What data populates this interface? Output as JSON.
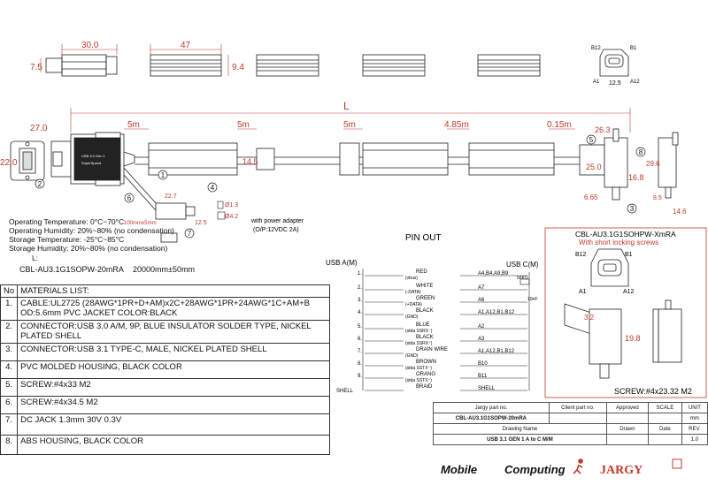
{
  "top_dims": {
    "d30": "30.0",
    "d47": "47",
    "d75": "7.5",
    "d94": "9.4"
  },
  "conn_end": {
    "b12": "B12",
    "b1": "B1",
    "a1": "A1",
    "a12": "A12",
    "w": "12.5"
  },
  "main_dims": {
    "L": "L",
    "len1": "5m",
    "len2": "5m",
    "len3": "5m",
    "len4": "4.85m",
    "len5": "0.15m",
    "d27": "27.0",
    "d22": "22.0",
    "d263": "26.3",
    "d25": "25.0",
    "d168": "16.8",
    "d665": "6.65",
    "d296": "29.6",
    "d85": "8.5",
    "d146": "14.6",
    "d145": "14.5",
    "d227": "22.7",
    "d125": "12.5",
    "d13": "Ø1.3",
    "d42": "Ø4.2",
    "dc_cable": "100mm±5mm",
    "power": "with power adapter",
    "power_out": "(O/P:12VDC 2A)",
    "usb_label": "USB 3.0 Gen 1",
    "usb_label2": "SuperSpeed"
  },
  "balloons": [
    "1",
    "2",
    "3",
    "4",
    "5",
    "6",
    "7",
    "8"
  ],
  "specs": [
    "Operating Temperature: 0°C~70°C",
    "Operating Humidity: 20%~80% (no condensation)",
    "Storage Temperature: -25°C~85°C",
    "Storage  Humidity: 20%~80% (no condensation)"
  ],
  "length_label": "L:",
  "part_row": {
    "part": "CBL-AU3.1G1SOPW-20mRA",
    "length": "20000mm±50mm"
  },
  "pinout": {
    "title": "PIN OUT",
    "left": "USB A(M)",
    "right": "USB C(M)",
    "shell": "SHELL",
    "shell_r": "SHELL",
    "cap": "10nF",
    "res": "56KΩ",
    "rows": [
      {
        "pin": "1.",
        "wire": "RED",
        "sub": "(vbus)",
        "cpin": "A4,B4,A9,B9"
      },
      {
        "pin": "2.",
        "wire": "WHITE",
        "sub": "(-DATA)",
        "cpin": "A7"
      },
      {
        "pin": "3.",
        "wire": "GREEN",
        "sub": "(+DATA)",
        "cpin": "A6"
      },
      {
        "pin": "4.",
        "wire": "BLACK",
        "sub": "(GND)",
        "cpin": "A1,A12,B1,B12"
      },
      {
        "pin": "5.",
        "wire": "BLUE",
        "sub": "(stda SSRX⁻)",
        "cpin": "A2"
      },
      {
        "pin": "6.",
        "wire": "BLACK",
        "sub": "(stda SSRX⁺)",
        "cpin": "A3"
      },
      {
        "pin": "7.",
        "wire": "DRAIN WIRE",
        "sub": "(GND)",
        "cpin": "A1,A12,B1,B12"
      },
      {
        "pin": "8.",
        "wire": "BROWN",
        "sub": "(stda SSTX⁻)",
        "cpin": "B10"
      },
      {
        "pin": "9.",
        "wire": "ORANG",
        "sub": "(stda SSTX⁺)",
        "cpin": "B11"
      },
      {
        "pin": "",
        "wire": "BRAID",
        "sub": "",
        "cpin": "SHELL"
      }
    ]
  },
  "xmra": {
    "title": "CBL-AU3.1G1SOHPW-XmRA",
    "subtitle": "With short locking screws",
    "b12": "B12",
    "b1": "B1",
    "a1": "A1",
    "a12": "A12",
    "d32": "3.2",
    "d198": "19.8",
    "screw": "SCREW:#4x23.32 M2"
  },
  "materials": {
    "header_no": "No",
    "header": "MATERIALS LIST:",
    "rows": [
      {
        "no": "1.",
        "text": "CABLE:UL2725 (28AWG*1PR+D+AM)x2C+28AWG*1PR+24AWG*1C+AM+B OD:5.6mm  PVC JACKET COLOR:BLACK"
      },
      {
        "no": "2.",
        "text": "CONNECTOR:USB 3.0 A/M, 9P, BLUE INSULATOR SOLDER TYPE, NICKEL PLATED SHELL"
      },
      {
        "no": "3.",
        "text": "CONNECTOR:USB 3.1 TYPE-C, MALE, NICKEL PLATED SHELL"
      },
      {
        "no": "4.",
        "text": "PVC MOLDED HOUSING, BLACK COLOR"
      },
      {
        "no": "5.",
        "text": "SCREW:#4x33 M2"
      },
      {
        "no": "6.",
        "text": "SCREW:#4x34.5 M2"
      },
      {
        "no": "7.",
        "text": "DC JACK 1.3mm 30V 0.3V"
      },
      {
        "no": "8.",
        "text": "ABS HOUSING, BLACK COLOR"
      }
    ]
  },
  "title_block": {
    "h_jargy": "Jargy part no.",
    "h_client": "Client part no.",
    "h_approved": "Approved",
    "h_scale": "SCALE",
    "h_unit": "UNIT",
    "unit": "mm",
    "part": "CBL-AU3.1G1SOPW-20mRA",
    "h_drawing": "Drawing Name",
    "h_drawn": "Drawn",
    "h_date": "Date",
    "h_rev": "REV.",
    "drawing": "USB 3.1 GEN 1 A to C M/M",
    "rev": "1.0"
  },
  "logos": {
    "mobile": "Mobile",
    "computing": "Computing",
    "jargy": "JARGY"
  }
}
